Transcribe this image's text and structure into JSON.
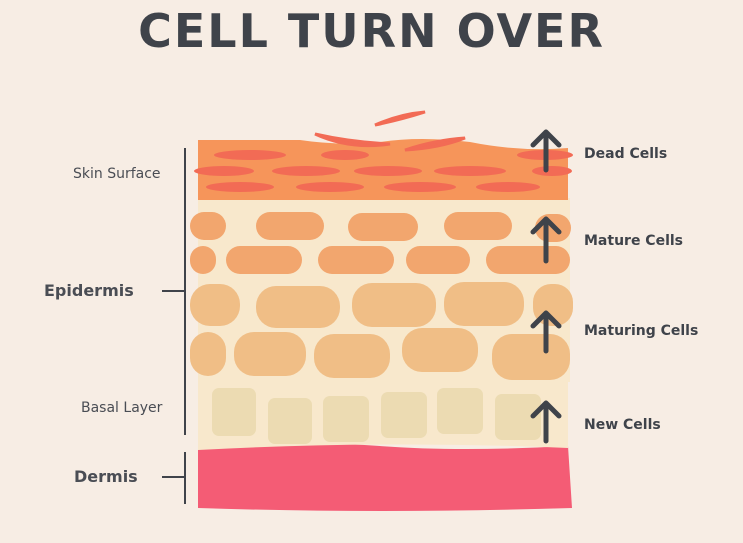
{
  "title": "CELL TURN OVER",
  "left_labels": {
    "skin_surface": "Skin Surface",
    "epidermis": "Epidermis",
    "basal_layer": "Basal Layer",
    "dermis": "Dermis"
  },
  "right_labels": [
    "Dead Cells",
    "Mature Cells",
    "Maturing Cells",
    "New Cells"
  ],
  "colors": {
    "dead_layer": "#f6955a",
    "dead_cells": "#f26b55",
    "matrix": "#f8e8cc",
    "mature_cells": "#f2a66e",
    "maturing_cells": "#f0be86",
    "new_cells": "#ecdbb2",
    "dermis": "#f45c75",
    "arrow": "#3f434a"
  }
}
